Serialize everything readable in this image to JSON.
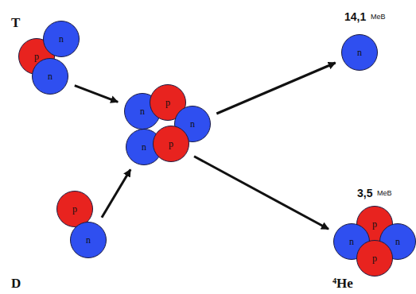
{
  "diagram": {
    "nodes": [
      {
        "text": [
          "p"
        ]
      },
      {
        "text": [
          "n"
        ]
      },
      {
        "text": [
          "n"
        ]
      },
      {
        "text": [
          "p"
        ]
      },
      {
        "text": [
          "n"
        ]
      },
      {
        "text": [
          "n"
        ]
      },
      {
        "text": [
          "p"
        ]
      },
      {
        "text": [
          "n"
        ]
      },
      {
        "text": [
          "n"
        ]
      },
      {
        "text": [
          "p"
        ]
      },
      {
        "text": [
          "n"
        ]
      },
      {
        "text": [
          "p"
        ]
      },
      {
        "text": [
          "n"
        ]
      },
      {
        "text": [
          "n"
        ]
      },
      {
        "text": [
          "p"
        ]
      }
    ],
    "edges": [
      {
        "from": 2,
        "to": 5,
        "arrow": "to"
      },
      {
        "from": 4,
        "to": 8,
        "arrow": "to"
      },
      {
        "from": 7,
        "to": 10,
        "arrow": "to"
      },
      {
        "from": 9,
        "to": 12,
        "arrow": "to"
      }
    ],
    "labels": [
      "T",
      "D",
      "14,1",
      "МеВ",
      "3,5",
      "МеВ",
      "⁴He"
    ]
  }
}
